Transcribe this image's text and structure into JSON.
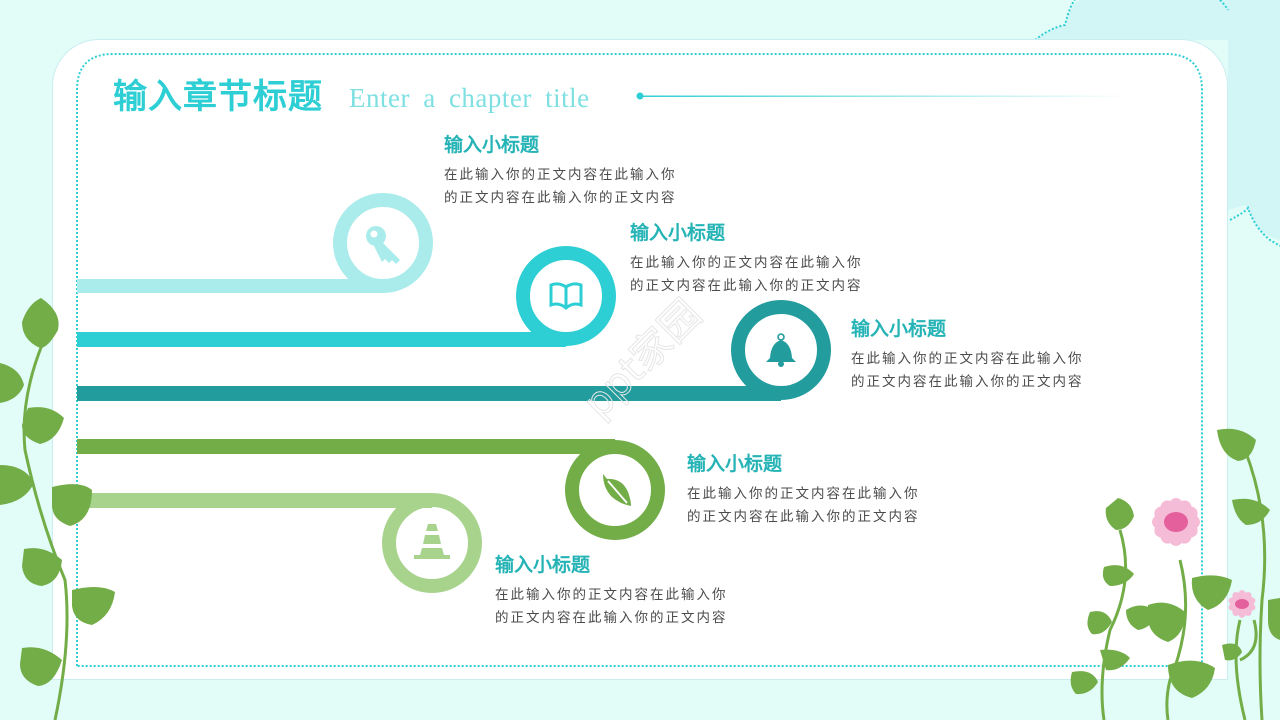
{
  "slide": {
    "title_zh": "输入章节标题",
    "title_en": "Enter a chapter title",
    "watermark": "ppt家园"
  },
  "colors": {
    "accent": "#2ecfd4",
    "track_1": "#aaebeb",
    "track_2": "#2ecfd4",
    "track_3": "#229c9d",
    "track_4": "#72ad47",
    "track_5": "#a8d38d",
    "heading": "#25b3b6",
    "body_text": "#4b4b4b",
    "flower": "#f4bcd6",
    "flower_center": "#e4609c"
  },
  "items": [
    {
      "heading": "输入小标题",
      "body": "在此输入你的正文内容在此输入你的正文内容在此输入你的正文内容",
      "icon": "key-icon"
    },
    {
      "heading": "输入小标题",
      "body": "在此输入你的正文内容在此输入你的正文内容在此输入你的正文内容",
      "icon": "book-icon"
    },
    {
      "heading": "输入小标题",
      "body": "在此输入你的正文内容在此输入你的正文内容在此输入你的正文内容",
      "icon": "bell-icon"
    },
    {
      "heading": "输入小标题",
      "body": "在此输入你的正文内容在此输入你的正文内容在此输入你的正文内容",
      "icon": "leaf-icon"
    },
    {
      "heading": "输入小标题",
      "body": "在此输入你的正文内容在此输入你的正文内容在此输入你的正文内容",
      "icon": "traffic-cone-icon"
    }
  ]
}
